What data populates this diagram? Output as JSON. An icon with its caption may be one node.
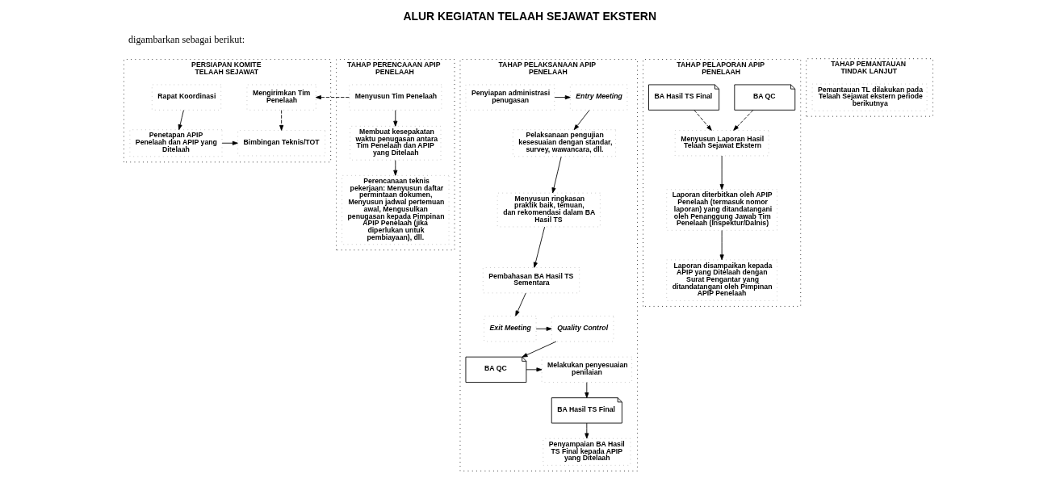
{
  "diagram": {
    "title": "ALUR KEGIATAN TELAAH SEJAWAT EKSTERN",
    "nodes": [
      {
        "text": [
          "PERSIAPAN KOMITE TELAAH SEJAWAT"
        ]
      },
      {
        "text": [
          "Rapat Koordinasi"
        ],
        "in": 0
      },
      {
        "text": [
          "Mengirimkan Tim Penelaah"
        ],
        "in": 0
      },
      {
        "text": [
          "Penetapan APIP Penelaah dan APIP yang Ditelaah"
        ],
        "in": 0
      },
      {
        "text": [
          "Bimbingan Teknis/TOT"
        ],
        "in": 0
      },
      {
        "text": [
          "TAHAP PERENCAAAN APIP PENELAAH"
        ]
      },
      {
        "text": [
          "Menyusun Tim Penelaah"
        ],
        "in": 5
      },
      {
        "text": [
          "Membuat kesepakatan waktu penugasan antara Tim Penelaah dan APIP yang Ditelaah"
        ],
        "in": 5
      },
      {
        "text": [
          "Perencanaan teknis pekerjaan: Menyusun daftar permintaan dokumen, Menyusun jadwal pertemuan awal, Mengusulkan penugasan kepada Pimpinan APIP Penelaah (jika diperlukan untuk pembiayaan), dll."
        ],
        "in": 5
      },
      {
        "text": [
          "TAHAP PELAKSANAAN APIP PENELAAH"
        ]
      },
      {
        "text": [
          "Penyiapan administrasi penugasan"
        ],
        "in": 9
      },
      {
        "text": [
          "Entry Meeting"
        ],
        "in": 9
      },
      {
        "text": [
          "Pelaksanaan pengujian kesesuaian dengan standar, survey, wawancara, dll."
        ],
        "in": 9
      },
      {
        "text": [
          "Menyusun ringkasan praktik baik, temuan, dan rekomendasi dalam BA Hasil TS"
        ],
        "in": 9
      },
      {
        "text": [
          "Pembahasan BA Hasil TS Sementara"
        ],
        "in": 9
      },
      {
        "text": [
          "Exit Meeting"
        ],
        "in": 9
      },
      {
        "text": [
          "Quality Control"
        ],
        "in": 9
      },
      {
        "text": [
          "BA QC"
        ],
        "in": 9
      },
      {
        "text": [
          "Melakukan penyesuaian penilaian"
        ],
        "in": 9
      },
      {
        "text": [
          "BA Hasil TS Final"
        ],
        "in": 9
      },
      {
        "text": [
          "Penyampaian BA Hasil TS Final kepada APIP yang Ditelaah"
        ],
        "in": 9
      },
      {
        "text": [
          "TAHAP PELAPORAN APIP PENELAAH"
        ]
      },
      {
        "text": [
          "BA QC"
        ],
        "in": 21
      },
      {
        "text": [
          "BA Hasil TS Final"
        ],
        "in": 21
      },
      {
        "text": [
          "Menyusun Laporan Hasil Telaah Sejawat Ekstern"
        ],
        "in": 21
      },
      {
        "text": [
          "Laporan diterbitkan oleh APIP Penelaah (termasuk nomor laporan) yang ditandatangani oleh Penanggung Jawab Tim Penelaah (Inspektur/Dalnis)"
        ],
        "in": 21
      },
      {
        "text": [
          "Laporan disampaikan kepada APIP yang Ditelaah dengan Surat Pengantar yang ditandatangani oleh Pimpinan APIP Penelaah"
        ],
        "in": 21
      },
      {
        "text": [
          "TAHAP PEMANTAUAN TINDAK LANJUT"
        ]
      },
      {
        "text": [
          "Pemantauan TL dilakukan pada Telaah Sejawat ekstern periode berikutnya"
        ],
        "in": 27
      }
    ],
    "edges": [
      {
        "from": 1,
        "to": 3,
        "arrow": "to"
      },
      {
        "from": 2,
        "to": 4,
        "arrow": "to",
        "style": "dashed"
      },
      {
        "from": 3,
        "to": 4,
        "arrow": "to"
      },
      {
        "from": 6,
        "to": 2,
        "arrow": "to",
        "style": "dashed"
      },
      {
        "from": 6,
        "to": 7,
        "arrow": "to"
      },
      {
        "from": 7,
        "to": 8,
        "arrow": "to"
      },
      {
        "from": 10,
        "to": 11,
        "arrow": "to"
      },
      {
        "from": 11,
        "to": 12,
        "arrow": "to"
      },
      {
        "from": 12,
        "to": 13,
        "arrow": "to"
      },
      {
        "from": 13,
        "to": 14,
        "arrow": "to"
      },
      {
        "from": 14,
        "to": 15,
        "arrow": "to"
      },
      {
        "from": 15,
        "to": 16,
        "arrow": "to"
      },
      {
        "from": 16,
        "to": 17,
        "arrow": "to"
      },
      {
        "from": 17,
        "to": 18,
        "arrow": "to"
      },
      {
        "from": 18,
        "to": 19,
        "arrow": "to"
      },
      {
        "from": 19,
        "to": 20,
        "arrow": "to"
      },
      {
        "from": 22,
        "to": 24,
        "arrow": "to",
        "style": "dashed"
      },
      {
        "from": 23,
        "to": 24,
        "arrow": "to",
        "style": "dashed"
      },
      {
        "from": 24,
        "to": 25,
        "arrow": "to"
      },
      {
        "from": 25,
        "to": 26,
        "arrow": "to"
      }
    ],
    "labels": [
      "digambarkan sebagai berikut:"
    ]
  }
}
